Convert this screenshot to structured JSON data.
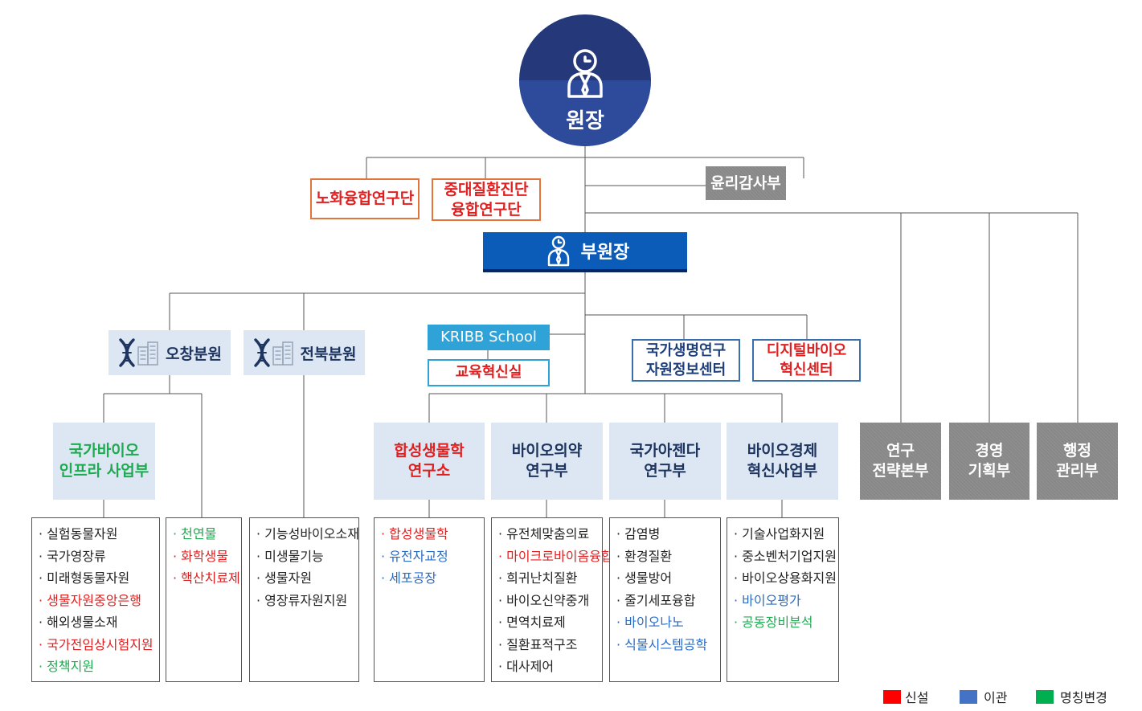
{
  "director": {
    "label": "원장",
    "icon": "person-icon"
  },
  "vice_director": {
    "label": "부원장",
    "icon": "person-icon"
  },
  "ethics": "윤리감사부",
  "aging": "노화융합연구단",
  "disease": "중대질환진단\n융합연구단",
  "branches": {
    "ochang": {
      "label": "오창분원",
      "icon": "dna-building-icon"
    },
    "jeonbuk": {
      "label": "전북분원",
      "icon": "dna-building-icon"
    }
  },
  "kribb_school": "KRIBB School",
  "education": "교육혁신실",
  "national_info": "국가생명연구\n자원정보센터",
  "digital_bio": "디지털바이오\n혁신센터",
  "national_bio_infra": "국가바이오\n인프라 사업부",
  "synthetic": "합성생물학\n연구소",
  "biomed": "바이오의약\n연구부",
  "agenda": "국가아젠다\n연구부",
  "bioecon": "바이오경제\n혁신사업부",
  "strategy": "연구\n전략본부",
  "management": "경영\n기획부",
  "admin": "행정\n관리부",
  "lists": {
    "infra": [
      {
        "text": "· 실험동물자원",
        "c": ""
      },
      {
        "text": "· 국가영장류",
        "c": ""
      },
      {
        "text": "· 미래형동물자원",
        "c": ""
      },
      {
        "text": "· 생물자원중앙은행",
        "c": "red"
      },
      {
        "text": "· 해외생물소재",
        "c": ""
      },
      {
        "text": "· 국가전임상시험지원",
        "c": "red"
      },
      {
        "text": "· 정책지원",
        "c": "green"
      }
    ],
    "ochang_side": [
      {
        "text": "· 천연물",
        "c": "green"
      },
      {
        "text": "· 화학생물",
        "c": "red"
      },
      {
        "text": "· 핵산치료제",
        "c": "red"
      }
    ],
    "jeonbuk": [
      {
        "text": "· 기능성바이오소재",
        "c": ""
      },
      {
        "text": "· 미생물기능",
        "c": ""
      },
      {
        "text": "· 생물자원",
        "c": ""
      },
      {
        "text": "· 영장류자원지원",
        "c": ""
      }
    ],
    "synthetic": [
      {
        "text": "· 합성생물학",
        "c": "red"
      },
      {
        "text": "· 유전자교정",
        "c": "blue"
      },
      {
        "text": "· 세포공장",
        "c": "blue"
      }
    ],
    "biomed": [
      {
        "text": "· 유전체맞춤의료",
        "c": ""
      },
      {
        "text": "· 마이크로바이옴융합",
        "c": "red"
      },
      {
        "text": "· 희귀난치질환",
        "c": ""
      },
      {
        "text": "· 바이오신약중개",
        "c": ""
      },
      {
        "text": "· 면역치료제",
        "c": ""
      },
      {
        "text": "· 질환표적구조",
        "c": ""
      },
      {
        "text": "· 대사제어",
        "c": ""
      }
    ],
    "agenda": [
      {
        "text": "· 감염병",
        "c": ""
      },
      {
        "text": "· 환경질환",
        "c": ""
      },
      {
        "text": "· 생물방어",
        "c": ""
      },
      {
        "text": "· 줄기세포융합",
        "c": ""
      },
      {
        "text": "· 바이오나노",
        "c": "blue"
      },
      {
        "text": "· 식물시스템공학",
        "c": "blue"
      }
    ],
    "bioecon": [
      {
        "text": "· 기술사업화지원",
        "c": ""
      },
      {
        "text": "· 중소벤처기업지원",
        "c": ""
      },
      {
        "text": "· 바이오상용화지원",
        "c": ""
      },
      {
        "text": "· 바이오평가",
        "c": "blue"
      },
      {
        "text": "· 공동장비분석",
        "c": "green"
      }
    ]
  },
  "legend": [
    {
      "label": "신설",
      "color": "#ff0000"
    },
    {
      "label": "이관",
      "color": "#4472c4"
    },
    {
      "label": "명칭변경",
      "color": "#00b050"
    }
  ]
}
